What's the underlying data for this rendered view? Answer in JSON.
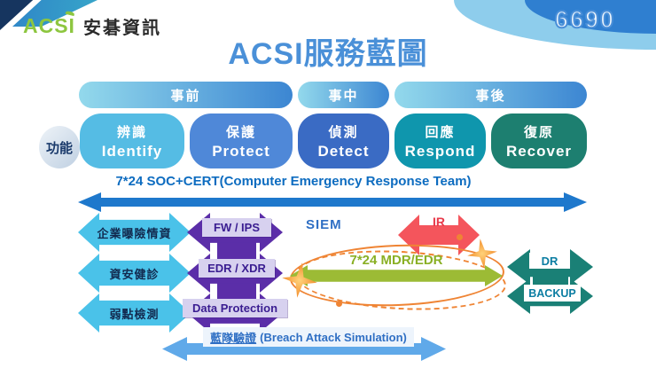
{
  "header": {
    "logo_text": "ACSI",
    "company_name": "安碁資訊",
    "stock_code": "6690",
    "title": "ACSI服務藍圖"
  },
  "phases": [
    {
      "label": "事前"
    },
    {
      "label": "事中"
    },
    {
      "label": "事後"
    }
  ],
  "function_label": "功能",
  "functions": [
    {
      "zh": "辨識",
      "en": "Identify"
    },
    {
      "zh": "保護",
      "en": "Protect"
    },
    {
      "zh": "偵測",
      "en": "Detect"
    },
    {
      "zh": "回應",
      "en": "Respond"
    },
    {
      "zh": "復原",
      "en": "Recover"
    }
  ],
  "soc_banner": {
    "label": "7*24 SOC+CERT(Computer Emergency Response Team)"
  },
  "left_services": [
    "企業曝險情資",
    "資安健診",
    "弱點檢測"
  ],
  "protection_stack": [
    "FW / IPS",
    "EDR / XDR",
    "Data Protection"
  ],
  "detection": {
    "siem": "SIEM",
    "ir": "IR",
    "mdr": "7*24 MDR/EDR"
  },
  "recovery_stack": [
    "DR",
    "BACKUP"
  ],
  "bottom_banner": {
    "zh": "藍隊驗證",
    "en": "(Breach Attack Simulation)"
  },
  "colors": {
    "title_blue": "#4a90d8",
    "phase_gradient": [
      "#93d9ec",
      "#3c86d2"
    ],
    "identify": "#55bce4",
    "protect": "#4f88d8",
    "detect": "#3a6bc4",
    "respond": "#0f96ad",
    "recover": "#1d7f70",
    "soc_arrow": "#1e78cc",
    "cyan_arrow": "#4ac2e9",
    "purple_arrow": "#5b2ea8",
    "red_arrow": "#f4555c",
    "green_arrow": "#9cbb35",
    "teal_arrow": "#1a8076",
    "orange_ellipse": "#ef8434",
    "bottom_arrow": "#60a9e9",
    "logo_green": "#8dc63f"
  }
}
